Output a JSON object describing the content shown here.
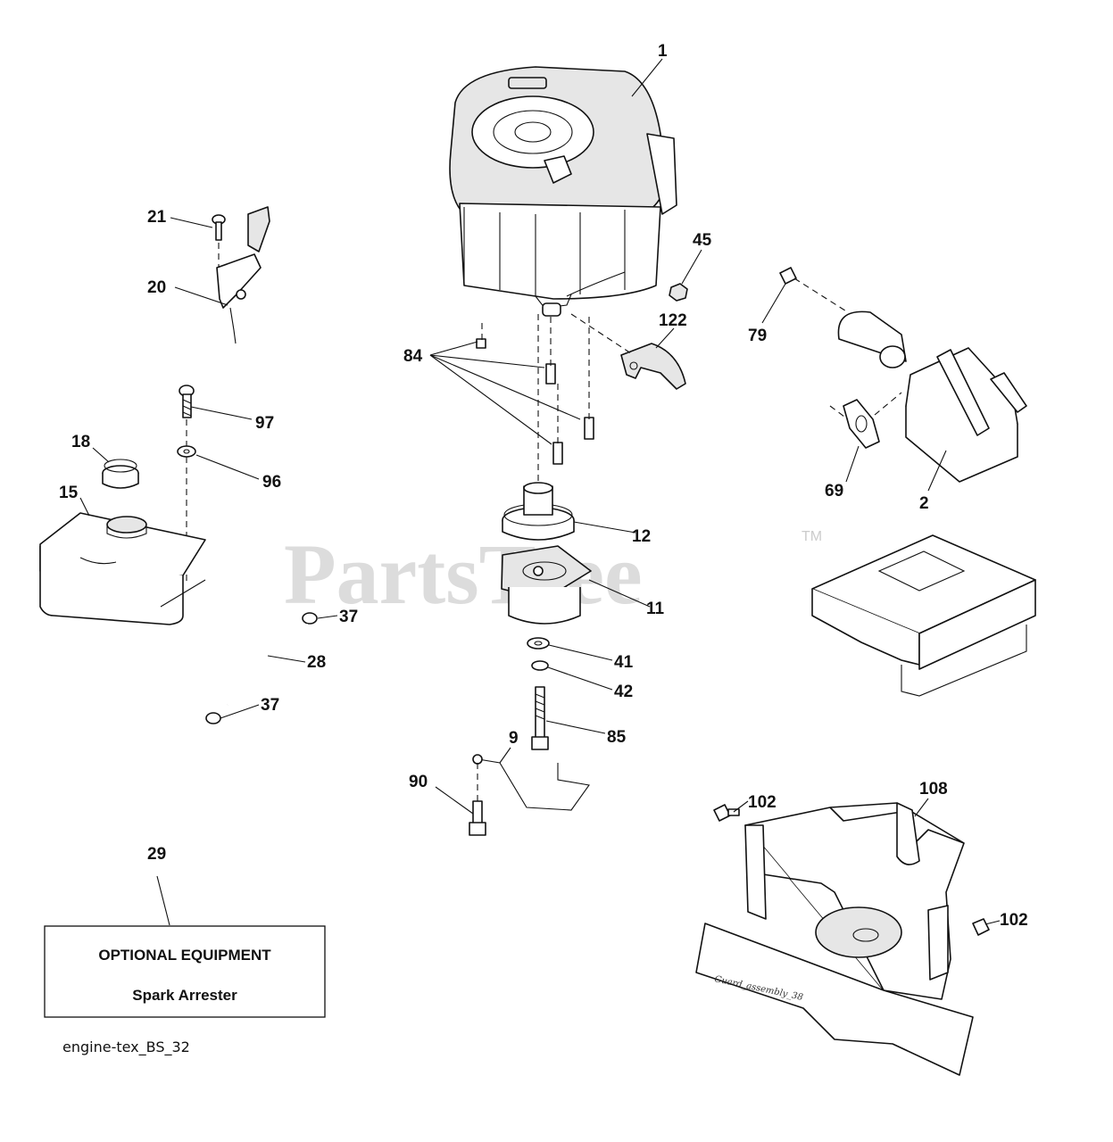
{
  "watermark": {
    "text": "PartsTree",
    "tm": "TM"
  },
  "callouts": {
    "c1": "1",
    "c2": "2",
    "c9": "9",
    "c11": "11",
    "c12": "12",
    "c15": "15",
    "c18": "18",
    "c20": "20",
    "c21": "21",
    "c28": "28",
    "c29": "29",
    "c37a": "37",
    "c37b": "37",
    "c41": "41",
    "c42": "42",
    "c45": "45",
    "c69": "69",
    "c79": "79",
    "c84": "84",
    "c85": "85",
    "c90": "90",
    "c96": "96",
    "c97": "97",
    "c102a": "102",
    "c102b": "102",
    "c108": "108",
    "c122": "122"
  },
  "optional_box": {
    "title": "OPTIONAL EQUIPMENT",
    "subtitle": "Spark Arrester"
  },
  "guard_label": "Guard_assembly_38",
  "footer": {
    "code": "engine-tex_BS_32"
  }
}
